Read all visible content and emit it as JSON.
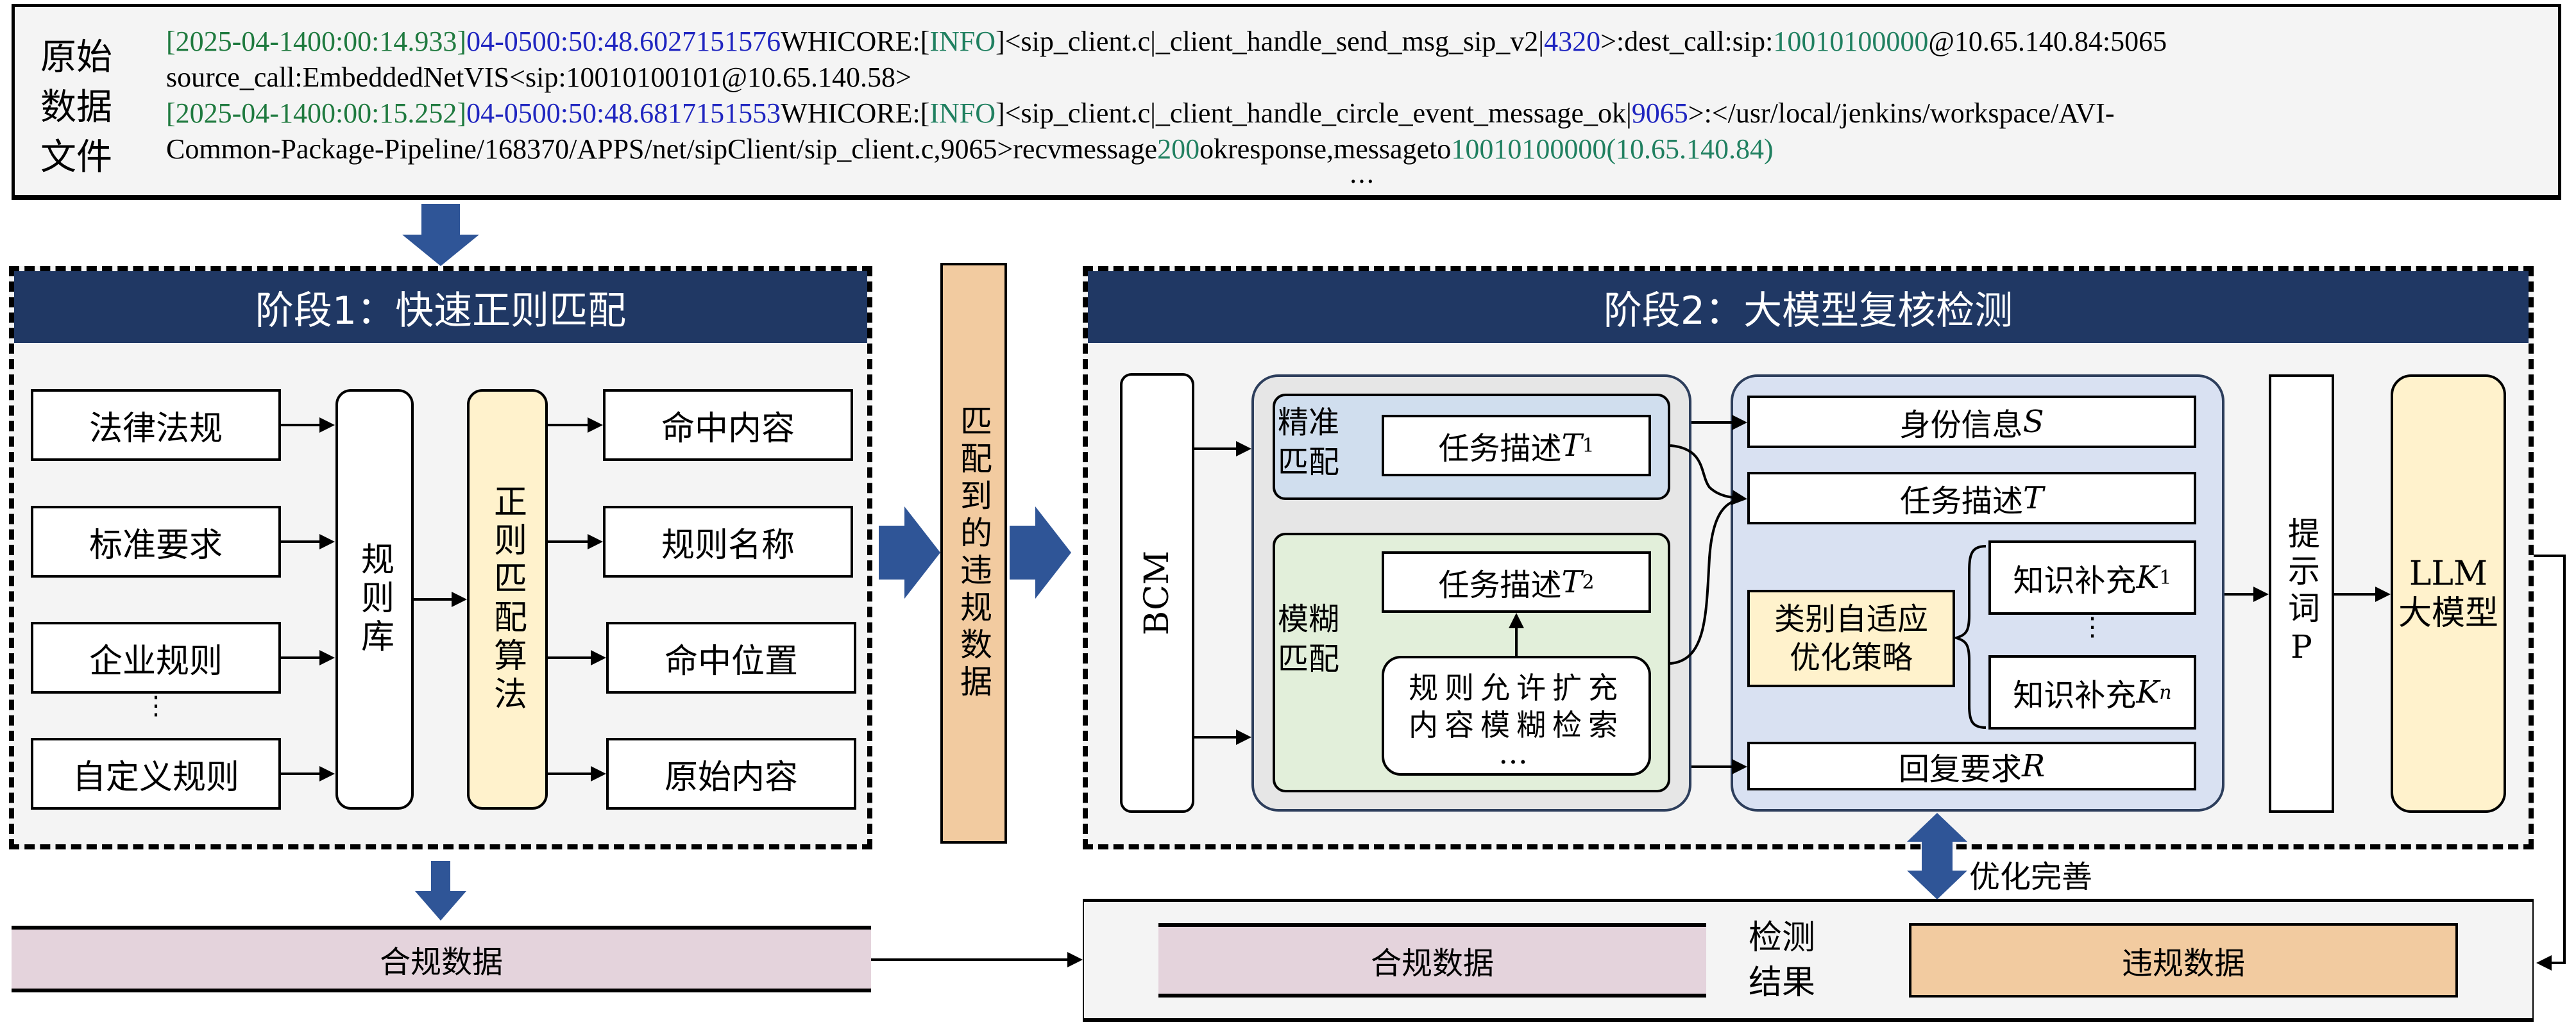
{
  "raw_data": {
    "label": "原始数据文件",
    "log_line_1": {
      "timestamp": "[2025-04-1400:00:14.933]",
      "device_time": "04-0500:50:48.6027151576",
      "source": "WHICORE:",
      "level_open": "[",
      "level": "INFO",
      "level_close": "]",
      "func": "<sip_client.c|_client_handle_send_msg_sip_v2|",
      "line_no": "4320",
      "dest_prefix": ">:dest_call:sip:",
      "dest_number": "10010100000",
      "dest_addr": "@10.65.140.84:5065",
      "continuation": "source_call:EmbeddedNetVIS<sip:10010100101@10.65.140.58>"
    },
    "log_line_2": {
      "timestamp": "[2025-04-1400:00:15.252]",
      "device_time": "04-0500:50:48.6817151553",
      "source": "WHICORE:",
      "level_open": "[",
      "level": "INFO",
      "level_close": "]",
      "func": "<sip_client.c|_client_handle_circle_event_message_ok|",
      "line_no": "9065",
      "path": ">:</usr/local/jenkins/workspace/AVI-",
      "continuation_prefix": "Common-Package-Pipeline/168370/APPS/net/sipClient/sip_client.c,9065>recvmessage",
      "code": "200",
      "mid": "okresponse,messageto",
      "number": "10010100000",
      "ip": "(10.65.140.84)"
    },
    "ellipsis": "…"
  },
  "stage1": {
    "title": "阶段1：快速正则匹配",
    "sources": [
      "法律法规",
      "标准要求",
      "企业规则",
      "⋮",
      "自定义规则"
    ],
    "rule_base": "规则库",
    "algorithm": "正则匹配算法",
    "outputs": [
      "命中内容",
      "规则名称",
      "命中位置",
      "原始内容"
    ]
  },
  "violation_matched": "匹配到的违规数据",
  "stage2": {
    "title": "阶段2：大模型复核检测",
    "bcm": "BCM",
    "exact_match": {
      "label": "精准匹配",
      "task": "任务描述",
      "task_sym": "T",
      "task_sub": "1"
    },
    "fuzzy_match": {
      "label": "模糊匹配",
      "task": "任务描述",
      "task_sym": "T",
      "task_sub": "2",
      "rule_line1": "规则允许扩充",
      "rule_line2": "内容模糊检索",
      "rule_more": "…"
    },
    "identity": {
      "text": "身份信息",
      "sym": "S"
    },
    "task": {
      "text": "任务描述",
      "sym": "T"
    },
    "strategy": {
      "line1": "类别自适应",
      "line2": "优化策略"
    },
    "knowledge": [
      {
        "text": "知识补充",
        "sym": "K",
        "sub": "1"
      },
      {
        "text": "⋮"
      },
      {
        "text": "知识补充",
        "sym": "K",
        "sub": "n"
      }
    ],
    "reply": {
      "text": "回复要求",
      "sym": "R"
    },
    "prompt": "提示词P",
    "llm_line1": "LLM",
    "llm_line2": "大模型"
  },
  "optimize_label": "优化完善",
  "compliant_data": "合规数据",
  "results": {
    "label": "检测结果",
    "compliant": "合规数据",
    "violation": "违规数据"
  },
  "colors": {
    "header": "#203864",
    "arrow_blue": "#2f5597",
    "panel_bg": "#f4f4f4",
    "exact_bg": "#d0deee",
    "fuzzy_bg": "#e2efda",
    "prompt_group_bg": "#d9e1f2",
    "yellow": "#fff2cc",
    "orange": "#f2cba0",
    "pink": "#e4d3dc"
  }
}
